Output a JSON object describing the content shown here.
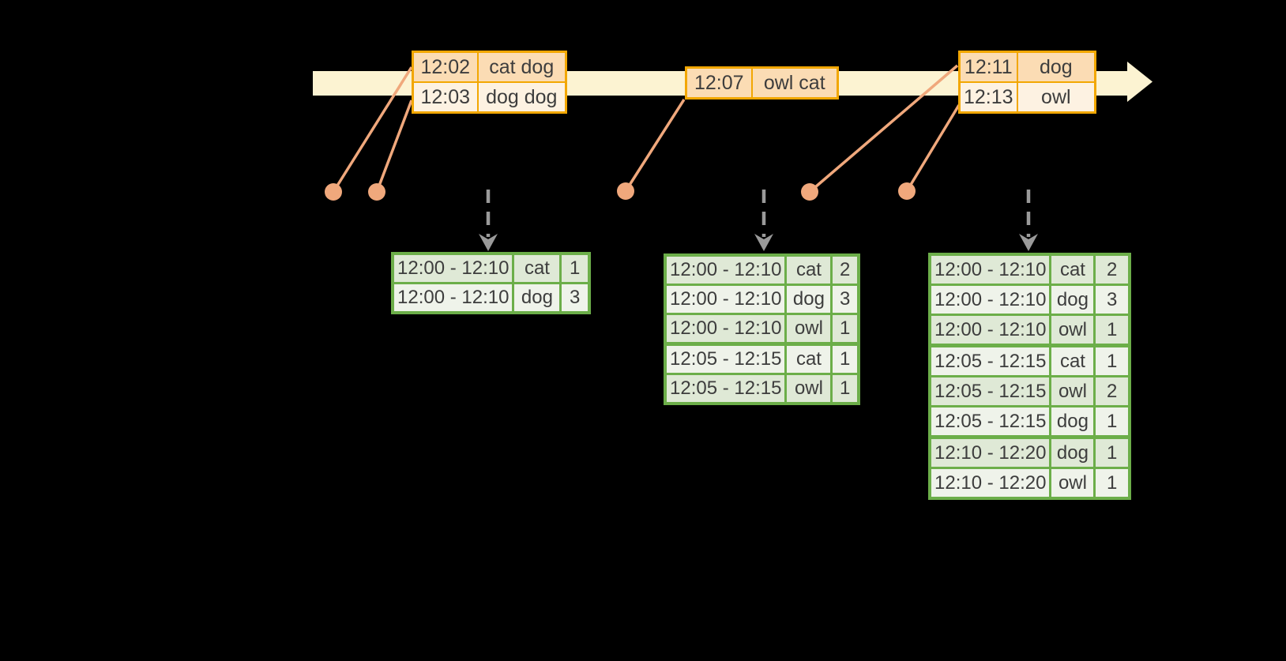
{
  "event_tables": [
    {
      "rows": [
        {
          "time": "12:02",
          "words": "cat dog"
        },
        {
          "time": "12:03",
          "words": "dog dog"
        }
      ]
    },
    {
      "rows": [
        {
          "time": "12:07",
          "words": "owl cat"
        }
      ]
    },
    {
      "rows": [
        {
          "time": "12:11",
          "words": "dog"
        },
        {
          "time": "12:13",
          "words": "owl"
        }
      ]
    }
  ],
  "result_tables": [
    {
      "rows": [
        {
          "window": "12:00 - 12:10",
          "word": "cat",
          "count": "1"
        },
        {
          "window": "12:00 - 12:10",
          "word": "dog",
          "count": "3"
        }
      ]
    },
    {
      "rows": [
        {
          "window": "12:00 - 12:10",
          "word": "cat",
          "count": "2"
        },
        {
          "window": "12:00 - 12:10",
          "word": "dog",
          "count": "3"
        },
        {
          "window": "12:00 - 12:10",
          "word": "owl",
          "count": "1"
        },
        {
          "window": "12:05 - 12:15",
          "word": "cat",
          "count": "1"
        },
        {
          "window": "12:05 - 12:15",
          "word": "owl",
          "count": "1"
        }
      ]
    },
    {
      "rows": [
        {
          "window": "12:00 - 12:10",
          "word": "cat",
          "count": "2"
        },
        {
          "window": "12:00 - 12:10",
          "word": "dog",
          "count": "3"
        },
        {
          "window": "12:00 - 12:10",
          "word": "owl",
          "count": "1"
        },
        {
          "window": "12:05 - 12:15",
          "word": "cat",
          "count": "1"
        },
        {
          "window": "12:05 - 12:15",
          "word": "owl",
          "count": "2"
        },
        {
          "window": "12:05 - 12:15",
          "word": "dog",
          "count": "1"
        },
        {
          "window": "12:10 - 12:20",
          "word": "dog",
          "count": "1"
        },
        {
          "window": "12:10 - 12:20",
          "word": "owl",
          "count": "1"
        }
      ]
    }
  ],
  "colors": {
    "background": "#000000",
    "timeline_band": "#fcf3d2",
    "event_table_border": "#f2a702",
    "event_row_fill_dark": "#fbdcb4",
    "event_row_fill_light": "#fdf2e2",
    "connector": "#f0a87c",
    "trigger_arrow": "#9a9a9a",
    "result_table_border": "#6cae49",
    "result_row_fill_dark": "#dfe9d6",
    "result_row_fill_light": "#eff3ea",
    "text": "#3d3d3d"
  }
}
